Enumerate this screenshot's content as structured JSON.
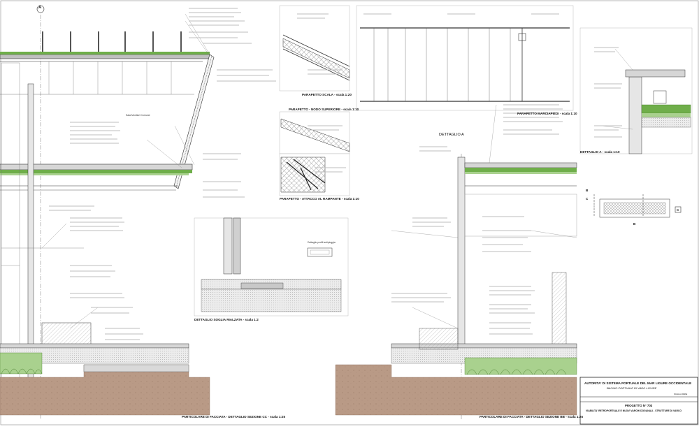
{
  "sheet": {
    "grid_marker": "A",
    "details": {
      "parapetto_scala": "PARAPETTO SCALA - scala 1:20",
      "parapetto_nodo": "PARAPETTO - NODO SUPERIORE - scala 1:10",
      "parapetto_attacco": "PARAPETTO - ATTACCO AL RAMPANTE - scala 1:10",
      "parapetto_marciapiedi": "PARAPETTO MARCIAPIEDI - scala 1:10",
      "dettaglio_a_title": "DETTAGLIO A",
      "dettaglio_a_scale": "DETTAGLIO A - scala 1:10",
      "soglia": "DETTAGLIO SOGLIA RIALZATA - scala 1:2",
      "sezione_cc": "PARTICOLARE DI FACCIATA - DETTAGLIO SEZIONE CC - scala 1:25",
      "sezione_bb": "PARTICOLARE DI FACCIATA - DETTAGLIO SEZIONE BB - scala 1:25",
      "profili": "Dettaglio profili antipioggia"
    },
    "section_letters": [
      "B",
      "C",
      "B",
      "C"
    ],
    "room_label": "Sala Monitori Comune",
    "title_block": {
      "authority": "AUTORITA' DI SISTEMA PORTUALE DEL MAR LIGURE OCCIDENTALE",
      "port": "BACINO PORTUALE DI VADO LIGURE",
      "scale_note": "SCALA VARIE",
      "project": "PROGETTO N° 703",
      "description": "VIABILITA' RETROPORTUALE E NUOVI VARCHI DOGANALI - STRUTTURE DI VARCO"
    }
  },
  "colors": {
    "line": "#2b2b2b",
    "thin_line": "#7a7a7a",
    "green_roof": "#6fae4a",
    "green_light": "#a9d18e",
    "soil": "#b99a86",
    "soil_dark": "#9c7c68",
    "concrete": "#e6e6e6",
    "mesh": "#9a9a9a"
  }
}
